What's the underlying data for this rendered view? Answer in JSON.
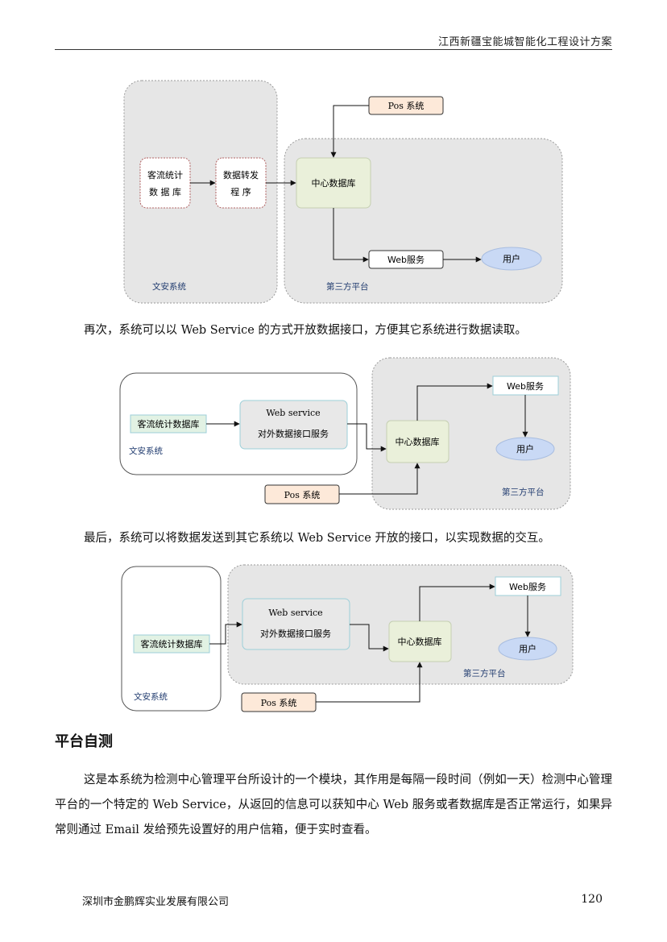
{
  "header": {
    "title": "江西新疆宝能城智能化工程设计方案"
  },
  "diagram1": {
    "box_passenger_db_line1": "客流统计",
    "box_passenger_db_line2": "数 据 库",
    "box_forward_line1": "数据转发",
    "box_forward_line2": "程 序",
    "box_pos": "Pos 系统",
    "box_center_db": "中心数据库",
    "box_web": "Web服务",
    "box_user": "用户",
    "label_wenan": "文安系统",
    "label_third": "第三方平台"
  },
  "paragraph1": "再次，系统可以以 Web Service 的方式开放数据接口，方便其它系统进行数据读取。",
  "diagram2": {
    "box_passenger_db": "客流统计数据库",
    "box_ws_line1": "Web service",
    "box_ws_line2": "对外数据接口服务",
    "box_center_db": "中心数据库",
    "box_web": "Web服务",
    "box_user": "用户",
    "box_pos": "Pos 系统",
    "label_wenan": "文安系统",
    "label_third": "第三方平台"
  },
  "paragraph2": "最后，系统可以将数据发送到其它系统以 Web Service 开放的接口，以实现数据的交互。",
  "diagram3": {
    "box_passenger_db": "客流统计数据库",
    "box_ws_line1": "Web service",
    "box_ws_line2": "对外数据接口服务",
    "box_center_db": "中心数据库",
    "box_web": "Web服务",
    "box_user": "用户",
    "box_pos": "Pos 系统",
    "label_wenan": "文安系统",
    "label_third": "第三方平台"
  },
  "section": {
    "title": "平台自测"
  },
  "paragraph3": "这是本系统为检测中心管理平台所设计的一个模块，其作用是每隔一段时间（例如一天）检测中心管理平台的一个特定的 Web Service，从返回的信息可以获知中心 Web 服务或者数据库是否正常运行，如果异常则通过 Email 发给预先设置好的用户信箱，便于实时查看。",
  "footer": {
    "company": "深圳市金鹏辉实业发展有限公司",
    "page_number": "120"
  },
  "colors": {
    "group_fill": "#e6e6e6",
    "center_db_fill": "#eaf0da",
    "pos_fill": "#fde9d9",
    "user_fill": "#c9d9f5",
    "green_box_fill": "#e2f2e4",
    "ws_box_fill": "#e8e8e8",
    "label_blue": "#1f3a6e"
  }
}
